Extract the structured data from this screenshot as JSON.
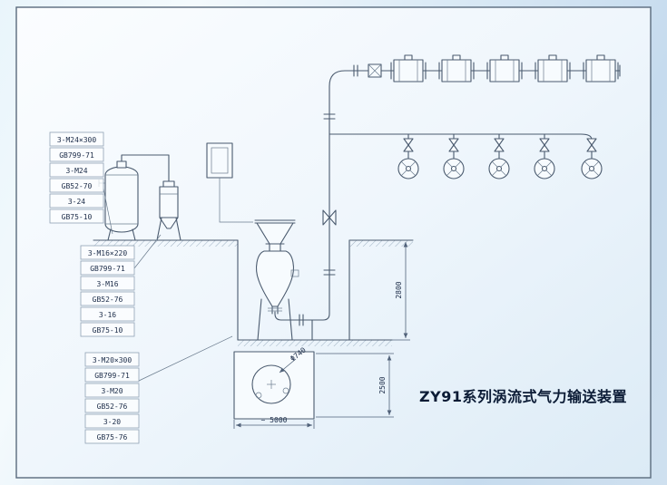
{
  "title": "ZY91系列涡流式气力输送装置",
  "parts": {
    "group1": {
      "lines": [
        "3-M24×300",
        "GB799-71",
        "3-M24",
        "GB52-70",
        "3-24",
        "GB75-10"
      ]
    },
    "group2": {
      "lines": [
        "3-M16×220",
        "GB799-71",
        "3-M16",
        "GB52-76",
        "3-16",
        "GB75-10"
      ]
    },
    "group3": {
      "lines": [
        "3-M20×300",
        "GB799-71",
        "3-M20",
        "GB52-76",
        "3-20",
        "GB75-76"
      ]
    }
  },
  "dims": {
    "pit_depth": "2800",
    "detail_height": "2500",
    "detail_width": "~ 5000",
    "flange_dia": "Φ740"
  },
  "colors": {
    "line": "#4a5a6e",
    "text": "#1c2c48",
    "background_accent": "#cfe3f2"
  }
}
